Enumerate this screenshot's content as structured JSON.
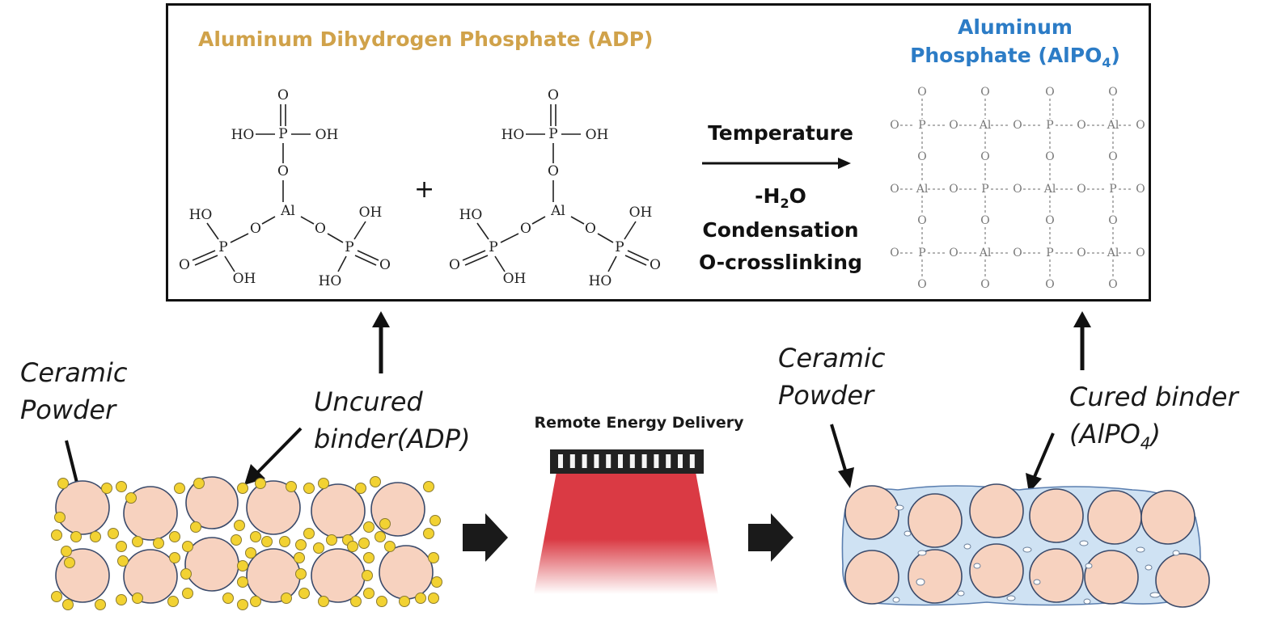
{
  "reaction": {
    "reactant_title": "Aluminum Dihydrogen Phosphate (ADP)",
    "product_title_line1": "Aluminum",
    "product_title_line2_prefix": "Phosphate (AlPO",
    "product_title_line2_sub": "4",
    "product_title_line2_suffix": ")",
    "plus": "+",
    "condition_temperature": "Temperature",
    "condition_water_prefix": "-H",
    "condition_water_sub": "2",
    "condition_water_suffix": "O",
    "condition_condensation": "Condensation",
    "condition_crosslinking": "O-crosslinking"
  },
  "molecule": {
    "O": "O",
    "P": "P",
    "Al": "Al",
    "OH": "OH",
    "HO": "HO"
  },
  "labels": {
    "left_powder_1": "Ceramic",
    "left_powder_2": "Powder",
    "uncured_1": "Uncured",
    "uncured_2": "binder(ADP)",
    "energy": "Remote Energy Delivery",
    "right_powder_1": "Ceramic",
    "right_powder_2": "Powder",
    "cured_1": "Cured binder",
    "cured_2_prefix": "(AlPO",
    "cured_2_sub": "4",
    "cured_2_suffix": ")"
  },
  "colors": {
    "adp_title": "#d0a24a",
    "alpo_title": "#2c7cc6",
    "particle_fill": "#f7d2bf",
    "binder_dot": "#f2d232",
    "cured_matrix": "#cfe2f3",
    "energy_beam": "#d8303a"
  }
}
